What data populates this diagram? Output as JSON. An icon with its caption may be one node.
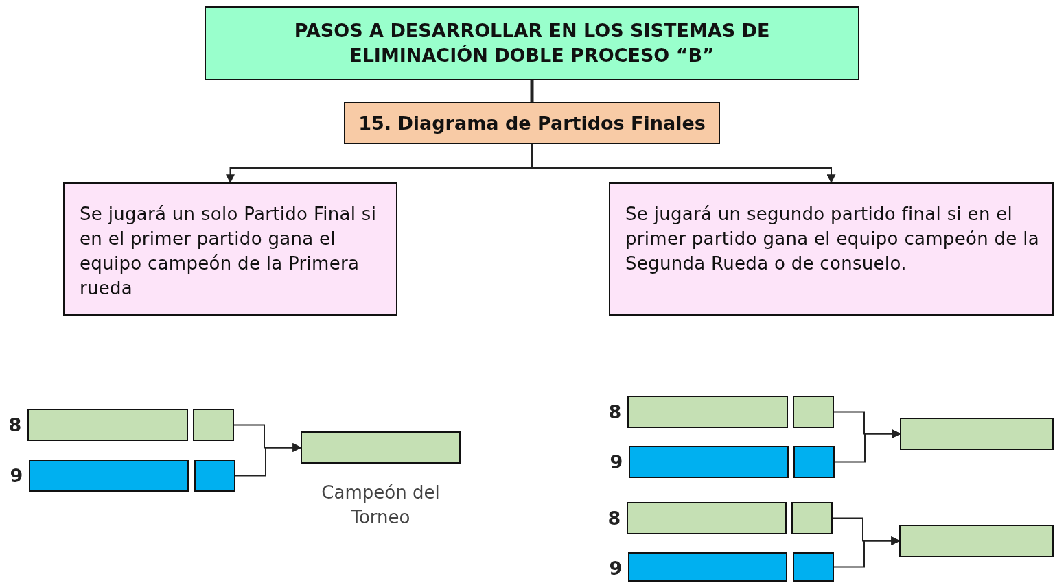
{
  "diagram": {
    "nodes": [
      {
        "text": [
          "PASOS A DESARROLLAR EN LOS SISTEMAS DE ELIMINACIÓN DOBLE PROCESO “B”"
        ]
      },
      {
        "text": [
          "15. Diagrama de Partidos Finales"
        ]
      },
      {
        "text": [
          "Se jugará un solo Partido Final si en el primer partido gana el equipo campeón de la Primera rueda"
        ]
      },
      {
        "text": [
          "Se jugará un segundo partido final si en el primer partido gana el equipo campeón de la Segunda Rueda o de consuelo."
        ]
      },
      {
        "text": [],
        "shape": "bar",
        "beside": [
          "8"
        ]
      },
      {
        "text": [],
        "shape": "bar"
      },
      {
        "text": [],
        "shape": "bar",
        "beside": [
          "9"
        ]
      },
      {
        "text": [],
        "shape": "bar"
      },
      {
        "text": [],
        "shape": "bar",
        "beside": [
          "Campeón del Torneo"
        ]
      },
      {
        "text": [],
        "shape": "bar",
        "beside": [
          "8"
        ]
      },
      {
        "text": [],
        "shape": "bar"
      },
      {
        "text": [],
        "shape": "bar",
        "beside": [
          "9"
        ]
      },
      {
        "text": [],
        "shape": "bar"
      },
      {
        "text": [],
        "shape": "bar"
      },
      {
        "text": [],
        "shape": "bar",
        "beside": [
          "8"
        ]
      },
      {
        "text": [],
        "shape": "bar"
      },
      {
        "text": [],
        "shape": "bar",
        "beside": [
          "9"
        ]
      },
      {
        "text": [],
        "shape": "bar"
      },
      {
        "text": [],
        "shape": "bar"
      }
    ],
    "edges": [
      {
        "from": 0,
        "to": 1,
        "arrow": "none",
        "style": "thick"
      },
      {
        "from": 1,
        "to": 2,
        "arrow": "to"
      },
      {
        "from": 1,
        "to": 3,
        "arrow": "to"
      },
      {
        "from": 5,
        "to": 8,
        "arrow": "to"
      },
      {
        "from": 7,
        "to": 8,
        "arrow": "to"
      },
      {
        "from": 10,
        "to": 13,
        "arrow": "to"
      },
      {
        "from": 12,
        "to": 13,
        "arrow": "to"
      },
      {
        "from": 15,
        "to": 18,
        "arrow": "to"
      },
      {
        "from": 17,
        "to": 18,
        "arrow": "to"
      }
    ]
  }
}
